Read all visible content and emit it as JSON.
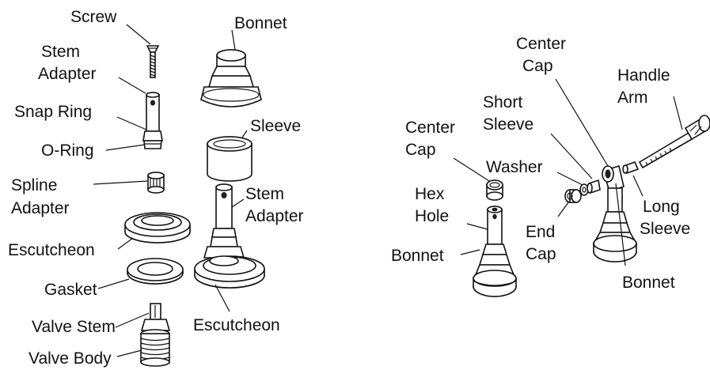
{
  "left_assembly": {
    "labels": {
      "screw": "Screw",
      "stem_adapter_1": "Stem",
      "stem_adapter_2": "Adapter",
      "snap_ring": "Snap Ring",
      "o_ring": "O-Ring",
      "spline_adapter_1": "Spline",
      "spline_adapter_2": "Adapter",
      "escutcheon": "Escutcheon",
      "gasket": "Gasket",
      "valve_stem": "Valve Stem",
      "valve_body": "Valve Body",
      "bonnet": "Bonnet",
      "sleeve": "Sleeve",
      "stem_adapter_r_1": "Stem",
      "stem_adapter_r_2": "Adapter",
      "escutcheon_r": "Escutcheon"
    }
  },
  "right_assembly": {
    "labels": {
      "center_cap_top_1": "Center",
      "center_cap_top_2": "Cap",
      "handle_arm_1": "Handle",
      "handle_arm_2": "Arm",
      "short_sleeve_1": "Short",
      "short_sleeve_2": "Sleeve",
      "center_cap_1": "Center",
      "center_cap_2": "Cap",
      "washer": "Washer",
      "hex_hole_1": "Hex",
      "hex_hole_2": "Hole",
      "long_sleeve_1": "Long",
      "long_sleeve_2": "Sleeve",
      "end_cap_1": "End",
      "end_cap_2": "Cap",
      "bonnet_left": "Bonnet",
      "bonnet_right": "Bonnet"
    }
  }
}
